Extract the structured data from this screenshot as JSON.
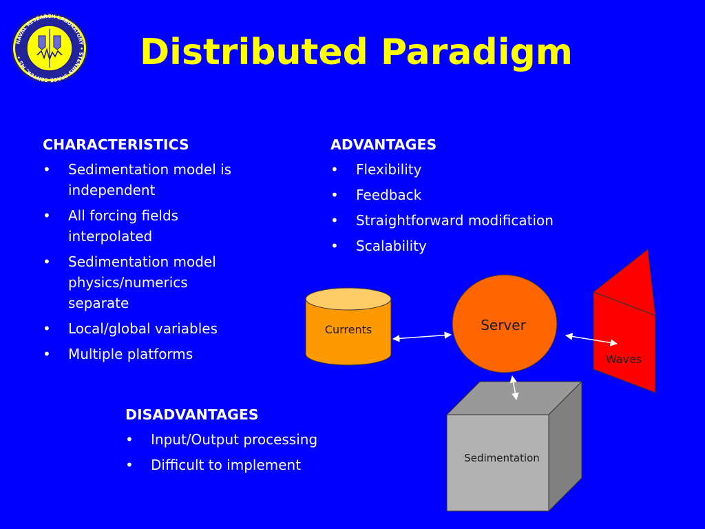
{
  "slide": {
    "title": "Distributed Paradigm"
  },
  "characteristics": {
    "heading": "CHARACTERISTICS",
    "items": [
      [
        "Sedimentation model is",
        "independent"
      ],
      [
        "All forcing fields",
        "interpolated"
      ],
      [
        "Sedimentation model",
        "physics/numerics",
        "separate"
      ],
      [
        "Local/global variables"
      ],
      [
        "Multiple platforms"
      ]
    ]
  },
  "advantages": {
    "heading": "ADVANTAGES",
    "items": [
      [
        "Flexibility"
      ],
      [
        "Feedback"
      ],
      [
        "Straightforward modification"
      ],
      [
        "Scalability"
      ]
    ]
  },
  "disadvantages": {
    "heading": "DISADVANTAGES",
    "items": [
      [
        "Input/Output processing"
      ],
      [
        "Difficult to implement"
      ]
    ]
  },
  "bullet_glyph": "•",
  "diagram": {
    "nodes": {
      "currents": "Currents",
      "server": "Server",
      "waves": "Waves",
      "sedimentation": "Sedimentation"
    }
  },
  "logo": {
    "ring_text": "NAVAL RESEARCH LABORATORY • STENNIS SPACE CENTER, MS •"
  },
  "colors": {
    "background": "#0000ff",
    "title": "#ffff00",
    "text": "#ffffff",
    "cylinder": "#ff9900",
    "server": "#ff6600",
    "waves": "#ff0000",
    "cube_front": "#b2b2b2",
    "cube_side": "#808080",
    "cube_top": "#999999"
  }
}
